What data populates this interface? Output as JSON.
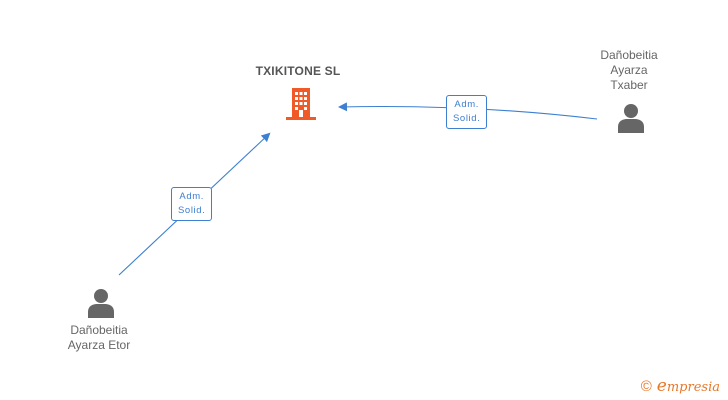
{
  "company": {
    "name": "TXIKITONE SL",
    "icon": "building-icon",
    "color": "#f05a28"
  },
  "persons": [
    {
      "id": "person-top-right",
      "lines": [
        "Dañobeitia",
        "Ayarza",
        "Txaber"
      ],
      "icon": "person-icon"
    },
    {
      "id": "person-bottom-left",
      "lines": [
        "Dañobeitia",
        "Ayarza Etor"
      ],
      "icon": "person-icon"
    }
  ],
  "relations": [
    {
      "from": "person-top-right",
      "to": "company",
      "label_line1": "Adm.",
      "label_line2": "Solid."
    },
    {
      "from": "person-bottom-left",
      "to": "company",
      "label_line1": "Adm.",
      "label_line2": "Solid."
    }
  ],
  "colors": {
    "edge": "#3d7fd1",
    "person": "#666666",
    "text": "#666666"
  },
  "footer": {
    "copyright_symbol": "©",
    "brand_initial": "e",
    "brand_rest": "mpresia"
  }
}
